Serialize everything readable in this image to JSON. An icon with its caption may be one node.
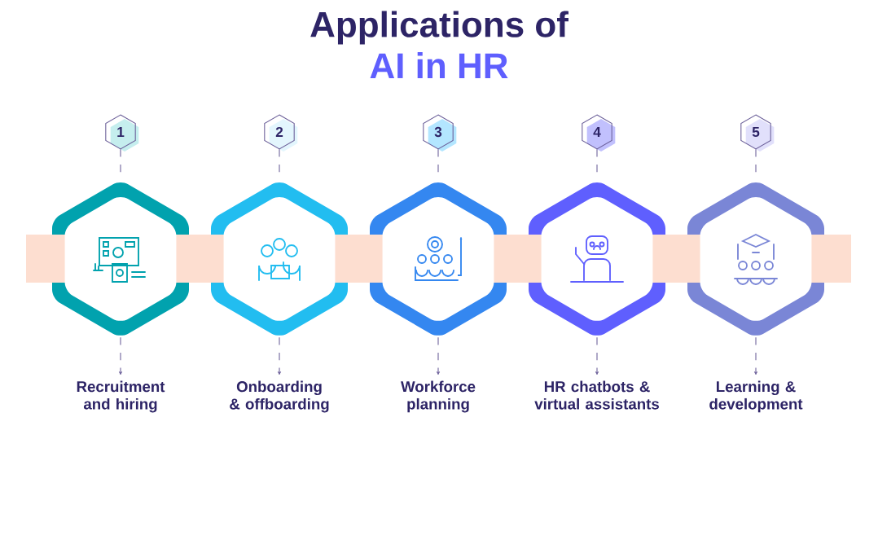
{
  "diagram": {
    "title": "Applications of",
    "labels": [
      "AI in HR"
    ],
    "nodes": [
      {
        "text": [
          "1"
        ]
      },
      {
        "text": [],
        "shape": "hexagon"
      },
      {
        "text": [
          "Recruitment and hiring"
        ]
      },
      {
        "text": [
          "2"
        ]
      },
      {
        "text": [],
        "shape": "hexagon"
      },
      {
        "text": [
          "Onboarding & offboarding"
        ]
      },
      {
        "text": [
          "3"
        ]
      },
      {
        "text": [],
        "shape": "hexagon"
      },
      {
        "text": [
          "Workforce planning"
        ]
      },
      {
        "text": [
          "4"
        ]
      },
      {
        "text": [],
        "shape": "hexagon"
      },
      {
        "text": [
          "HR chatbots & virtual assistants"
        ]
      },
      {
        "text": [
          "5"
        ]
      },
      {
        "text": [],
        "shape": "hexagon"
      },
      {
        "text": [
          "Learning & development"
        ]
      }
    ],
    "edges": [
      {
        "from": 0,
        "to": 1,
        "arrow": "none",
        "style": "dashed"
      },
      {
        "from": 1,
        "to": 2,
        "arrow": "to",
        "style": "dashed"
      },
      {
        "from": 3,
        "to": 4,
        "arrow": "none",
        "style": "dashed"
      },
      {
        "from": 4,
        "to": 5,
        "arrow": "to",
        "style": "dashed"
      },
      {
        "from": 6,
        "to": 7,
        "arrow": "none",
        "style": "dashed"
      },
      {
        "from": 7,
        "to": 8,
        "arrow": "to",
        "style": "dashed"
      },
      {
        "from": 9,
        "to": 10,
        "arrow": "none",
        "style": "dashed"
      },
      {
        "from": 10,
        "to": 11,
        "arrow": "to",
        "style": "dashed"
      },
      {
        "from": 12,
        "to": 13,
        "arrow": "none",
        "style": "dashed"
      },
      {
        "from": 13,
        "to": 14,
        "arrow": "to",
        "style": "dashed"
      }
    ]
  }
}
